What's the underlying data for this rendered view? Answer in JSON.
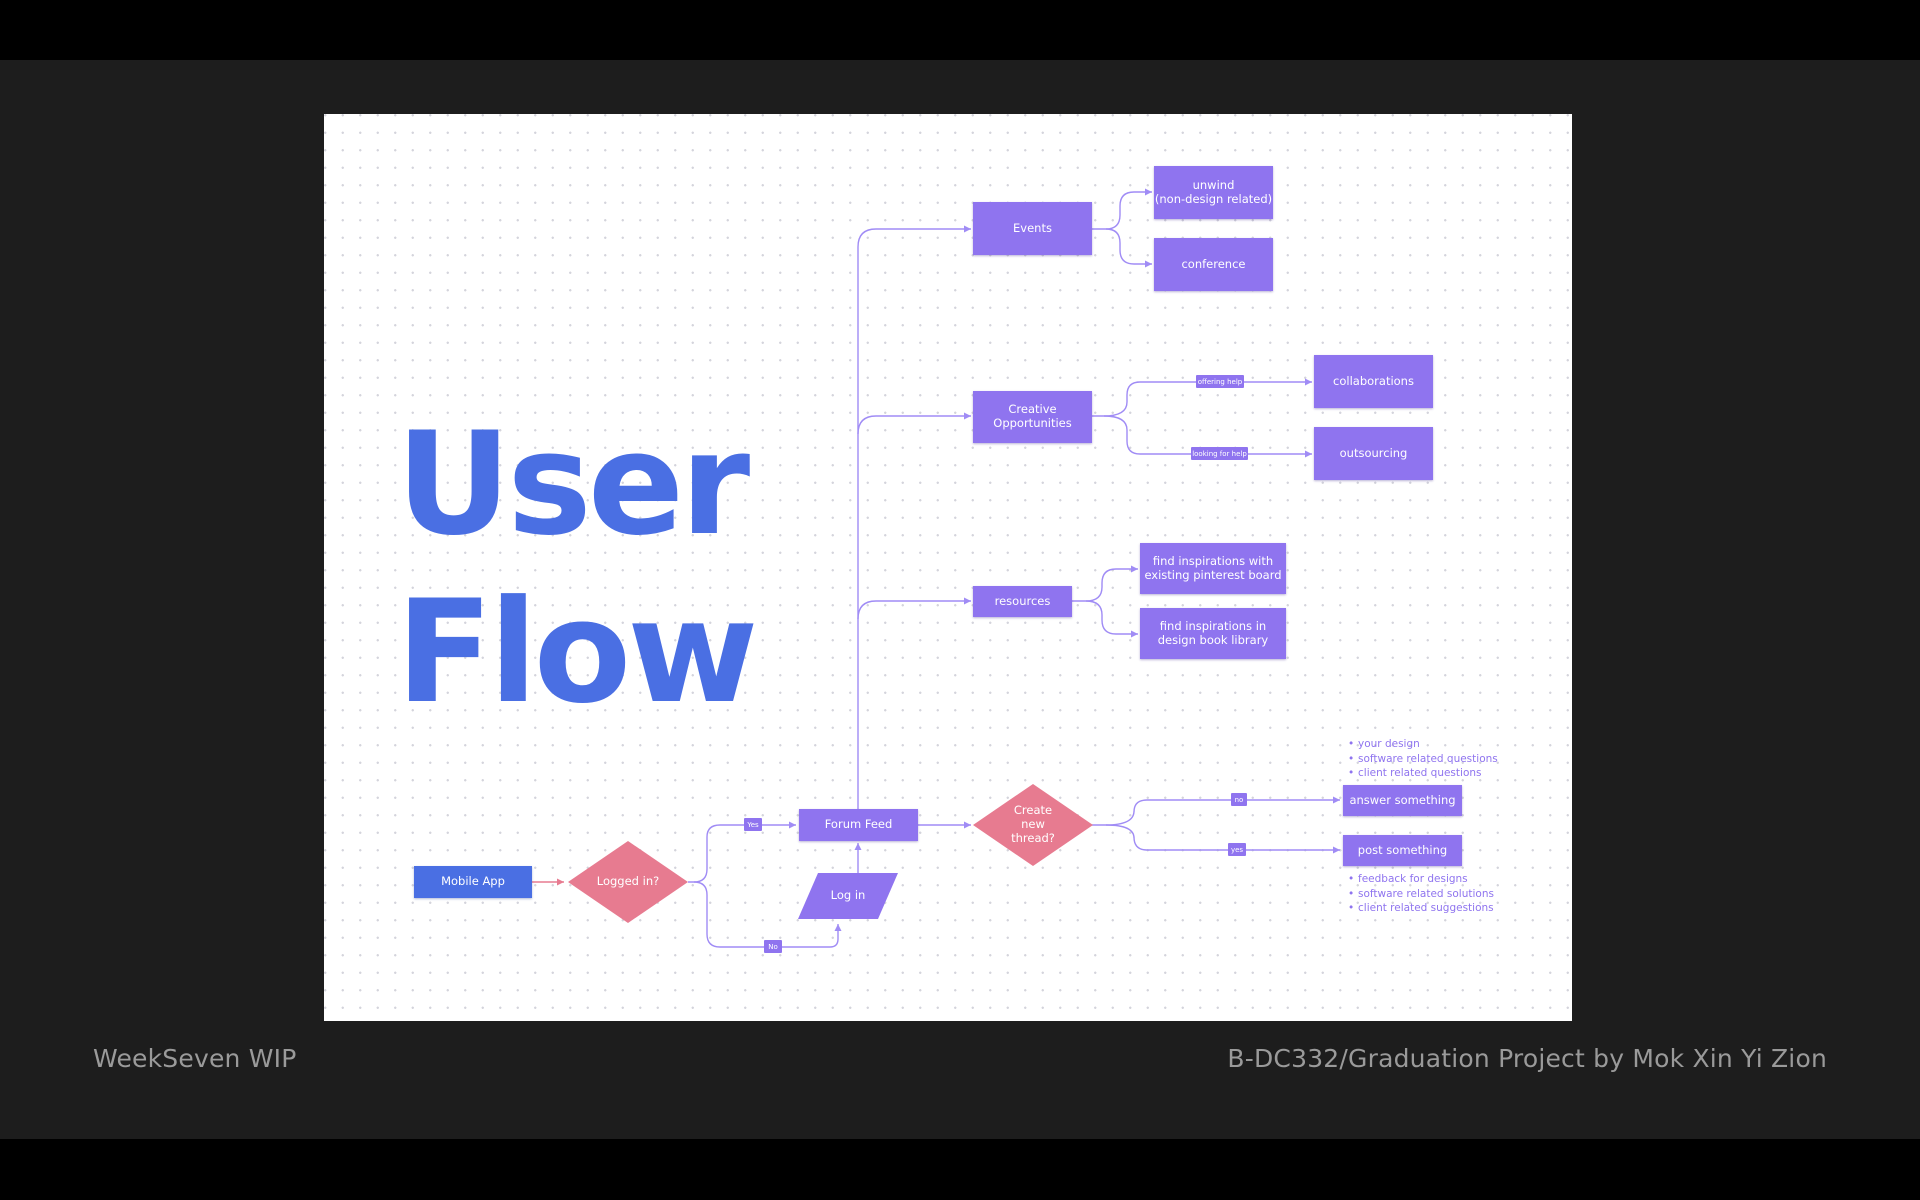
{
  "footer": {
    "left": "WeekSeven WIP",
    "right": "B-DC332/Graduation Project by Mok Xin Yi Zion"
  },
  "title": {
    "line1": "User",
    "line2": "Flow"
  },
  "nodes": {
    "mobile_app": "Mobile App",
    "logged_in": "Logged in?",
    "forum_feed": "Forum Feed",
    "log_in": "Log in",
    "create_thread": "Create new thread?",
    "events": "Events",
    "unwind": "unwind\n(non-design related)",
    "conference": "conference",
    "creative": "Creative\nOpportunities",
    "collaborations": "collaborations",
    "outsourcing": "outsourcing",
    "resources": "resources",
    "pinterest": "find inspirations with\nexisting pinterest board",
    "library": "find inspirations in\ndesign book library",
    "answer": "answer something",
    "post": "post something"
  },
  "edge_labels": {
    "yes": "Yes",
    "no": "No",
    "offering_help": "offering help",
    "looking_for_help": "looking for help",
    "answer_no": "no",
    "post_yes": "yes"
  },
  "answer_bullets": [
    "your design",
    "software related questions",
    "client related questions"
  ],
  "post_bullets": [
    "feedback for designs",
    "software related solutions",
    "client related suggestions"
  ],
  "colors": {
    "box": "#8f74ef",
    "start": "#4a6fe3",
    "decision": "#e77b90",
    "title": "#4a6fe3",
    "connector": "#a08cf5"
  }
}
